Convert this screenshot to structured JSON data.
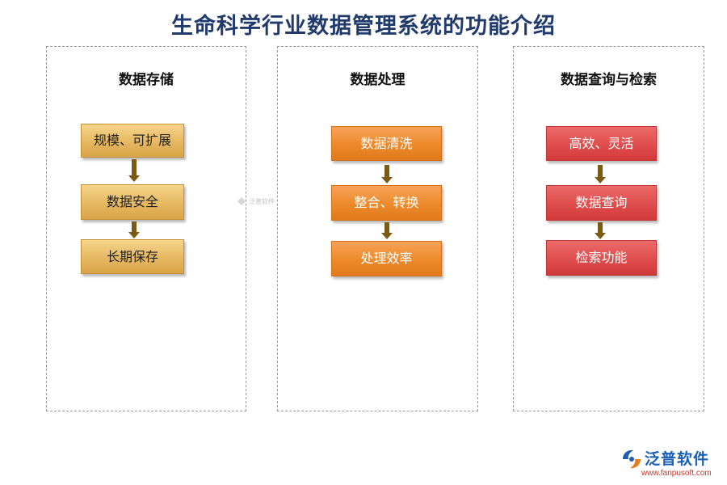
{
  "title": "生命科学行业数据管理系统的功能介绍",
  "panels": [
    {
      "title": "数据存储",
      "color": "#e6b862",
      "steps": [
        "规模、可扩展",
        "数据安全",
        "长期保存"
      ]
    },
    {
      "title": "数据处理",
      "color": "#ec8a2b",
      "steps": [
        "数据清洗",
        "整合、转换",
        "处理效率"
      ]
    },
    {
      "title": "数据查询与检索",
      "color": "#df4d4d",
      "steps": [
        "高效、灵活",
        "数据查询",
        "检索功能"
      ]
    }
  ],
  "watermark": {
    "text": "泛普软件",
    "icon": "fanpu-logo-icon"
  },
  "logo": {
    "brand": "泛普软件",
    "url": "www.fanpusoft.com",
    "icon": "fanpu-logo-icon",
    "brand_color": "#1a5fb4",
    "url_color": "#c0392b"
  }
}
